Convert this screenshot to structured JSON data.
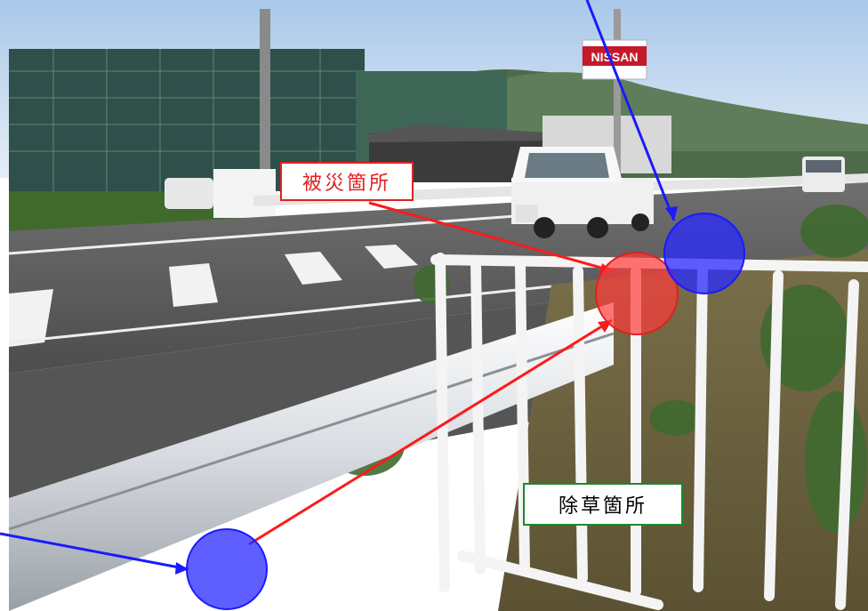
{
  "labels": {
    "damage_site": "被災箇所",
    "weeding_site": "除草箇所"
  },
  "sign": {
    "text": "NISSAN"
  },
  "colors": {
    "damage": "#e02020",
    "weeding": "#1a8a2a",
    "marker_red": "#ff3b3b",
    "marker_blue": "#2a2aff",
    "arrow_red": "#ff1a1a",
    "arrow_blue": "#1a1aff"
  }
}
